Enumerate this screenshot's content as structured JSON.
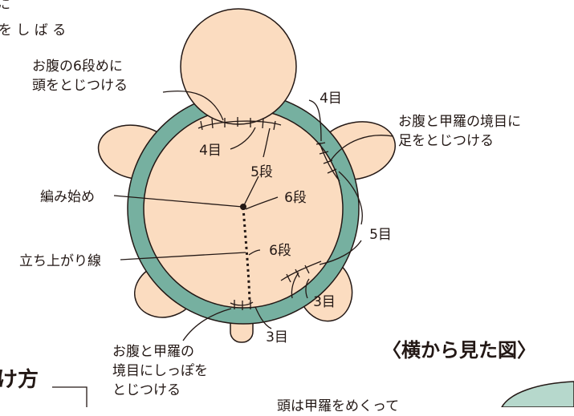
{
  "labels": {
    "top_cut": "を し ば る",
    "top_cut_line1": "に",
    "head_attach": "お腹の6段めに\n頭をとじつける",
    "leg_attach": "お腹と甲羅の境目に\n足をとじつける",
    "tail_attach": "お腹と甲羅の\n境目にしっぽを\nとじつける",
    "start": "編み始め",
    "rise_line": "立ち上がり線",
    "count_4me_top": "4目",
    "count_4me_left": "4目",
    "count_5me": "5目",
    "count_3me_right": "3目",
    "count_3me_bottom": "3目",
    "rows_5": "5段",
    "rows_6_upper": "6段",
    "rows_6_lower": "6段",
    "side_view_title": "〈横から見た図〉",
    "method_title_cut": "け方",
    "bottom_note_cut": "頭は甲羅をめくって"
  },
  "colors": {
    "body_fill": "#fbdcc0",
    "shell_ring": "#76b0a0",
    "outline": "#231815",
    "side_view_fill": "#b6d8cc"
  }
}
